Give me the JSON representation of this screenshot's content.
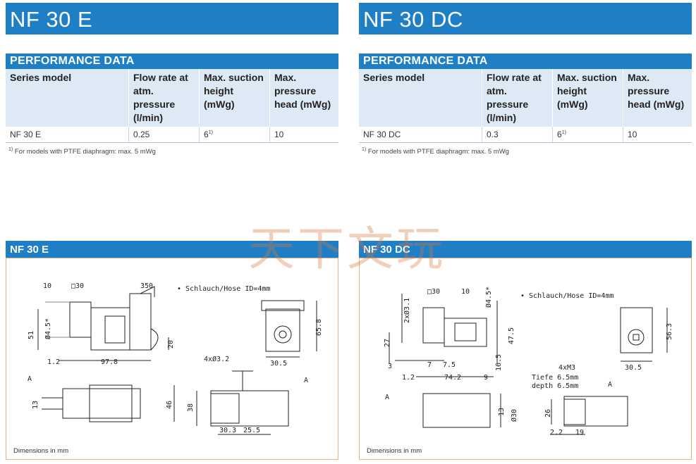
{
  "left": {
    "title": "NF 30 E",
    "perf_heading": "PERFORMANCE DATA",
    "headers": [
      "Series model",
      "Flow rate at atm. pressure (l/min)",
      "Max. suction height (mWg)",
      "Max. pressure head (mWg)"
    ],
    "row": {
      "model": "NF 30 E",
      "flow": "0.25",
      "suction": "6",
      "suction_fn": "1)",
      "pressure": "10"
    },
    "footnote": "For models with PTFE diaphragm: max. 5 mWg",
    "footnote_mark": "1)",
    "diagram_heading": "NF 30 E",
    "dims_note": "Dimensions in mm",
    "labels": {
      "hose": "• Schlauch/Hose ID=4mm",
      "d10": "10",
      "d30": "□30",
      "d350": "350",
      "d51": "51",
      "d45": "Ø4.5*",
      "d20": "20",
      "d12": "1.2",
      "d978": "97.8",
      "d658": "65.8",
      "d32": "4xØ3.2",
      "d305": "30.5",
      "a1": "A",
      "a2": "A",
      "d13": "13",
      "d46": "46",
      "d38": "38",
      "d303": "30.3",
      "d255": "25.5"
    }
  },
  "right": {
    "title": "NF 30 DC",
    "perf_heading": "PERFORMANCE DATA",
    "headers": [
      "Series model",
      "Flow rate at atm. pressure (l/min)",
      "Max. suction height (mWg)",
      "Max. pressure head (mWg)"
    ],
    "row": {
      "model": "NF 30 DC",
      "flow": "0.3",
      "suction": "6",
      "suction_fn": "1)",
      "pressure": "10"
    },
    "footnote": "For models with PTFE diaphragm: max. 5 mWg",
    "footnote_mark": "1)",
    "diagram_heading": "NF 30 DC",
    "dims_note": "Dimensions in mm",
    "labels": {
      "hose": "• Schlauch/Hose ID=4mm",
      "d30": "□30",
      "d10": "10",
      "d45": "Ø4.5*",
      "d31": "2xØ3.1",
      "d475": "47.5",
      "d563": "56.3",
      "d27": "27",
      "d7": "7",
      "d75": "7.5",
      "d3": "3",
      "d165": "16.5",
      "d305": "30.5",
      "d12": "1.2",
      "d742": "74.2",
      "d9": "9",
      "m3": "4xM3",
      "tiefe": "Tiefe 6.5mm",
      "depth": "depth 6.5mm",
      "a1": "A",
      "a2": "A",
      "d13": "13",
      "d30b": "Ø30",
      "d26": "26",
      "d22": "2.2",
      "d19": "19"
    }
  },
  "watermark": "天下文玩"
}
